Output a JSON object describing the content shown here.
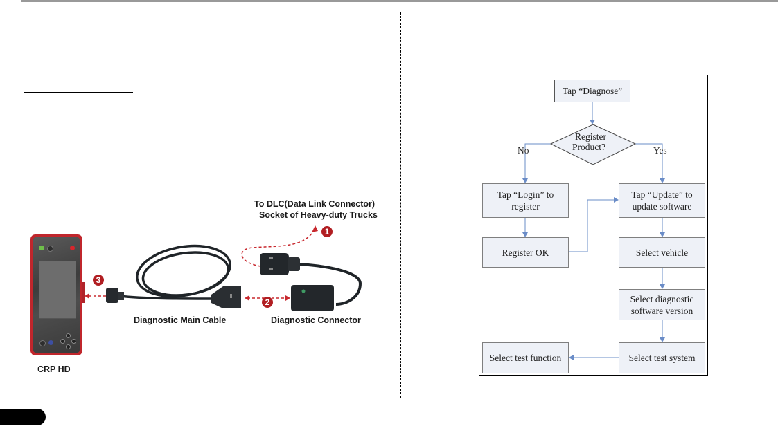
{
  "illustration": {
    "device_label": "CRP HD",
    "main_cable_label": "Diagnostic Main Cable",
    "connector_label": "Diagnostic Connector",
    "dlc_label_line1": "To DLC(Data Link Connector)",
    "dlc_label_line2": "Socket of Heavy-duty Trucks",
    "steps": [
      "1",
      "2",
      "3"
    ],
    "accent_color": "#b11e22"
  },
  "flowchart": {
    "nodes": {
      "start": "Tap “Diagnose”",
      "decision_line1": "Register",
      "decision_line2": "Product?",
      "no_label": "No",
      "yes_label": "Yes",
      "login": "Tap “Login” to register",
      "register_ok": "Register OK",
      "update": "Tap “Update” to update software",
      "select_vehicle": "Select vehicle",
      "select_version": "Select diagnostic software version",
      "select_system": "Select test system",
      "select_function": "Select test function"
    },
    "line_color": "#6a8cc7",
    "box_fill": "#eef1f7"
  }
}
